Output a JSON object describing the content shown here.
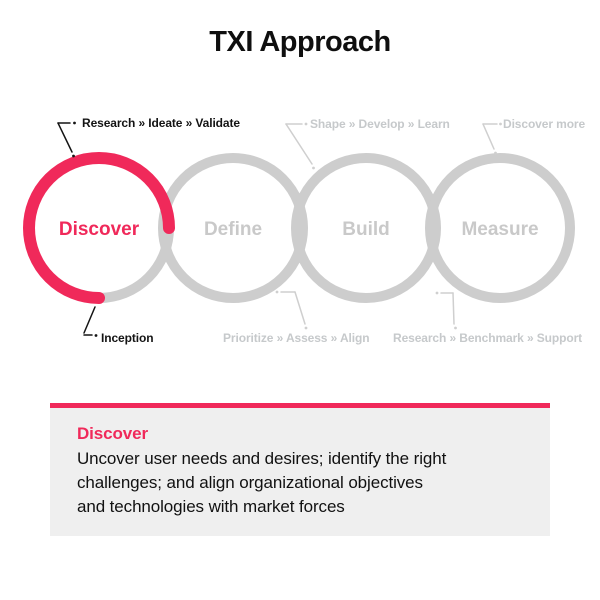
{
  "title": "TXI Approach",
  "colors": {
    "accent_pink": "#f0295a",
    "ring_gray": "#cdcdcd",
    "gray_label": "#c9c9c9",
    "dark_text": "#141414",
    "card_background": "#efefef"
  },
  "stages": [
    {
      "label": "Discover",
      "active": true
    },
    {
      "label": "Define",
      "active": false
    },
    {
      "label": "Build",
      "active": false
    },
    {
      "label": "Measure",
      "active": false
    }
  ],
  "callouts": {
    "top_left": "Research » Ideate » Validate",
    "top_middle": "Shape » Develop » Learn",
    "top_right": "Discover more",
    "bottom_left": "Inception",
    "bottom_middle": "Prioritize » Assess » Align",
    "bottom_right": "Research » Benchmark » Support"
  },
  "detail_card": {
    "heading": "Discover",
    "body": "Uncover user needs and desires; identify the right\nchallenges; and align organizational objectives\nand technologies with market forces"
  }
}
